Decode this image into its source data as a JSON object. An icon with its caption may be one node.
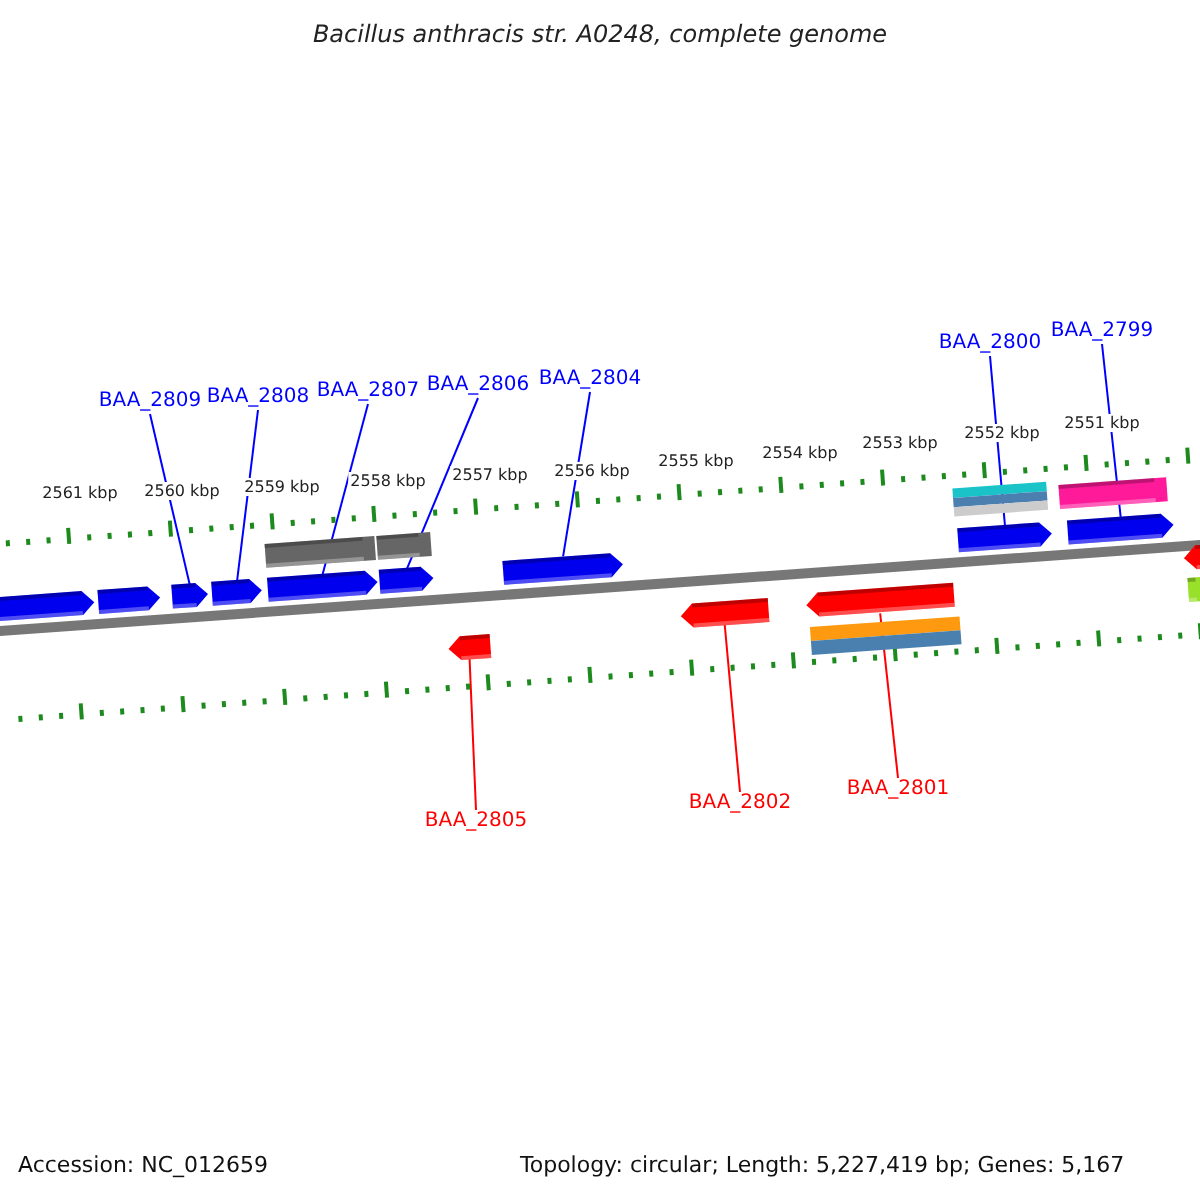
{
  "diagram": {
    "title": "Bacillus anthracis str. A0248, complete genome",
    "nodes": [
      {
        "text": [
          "BAA_2809"
        ]
      },
      {
        "text": [
          "BAA_2808"
        ]
      },
      {
        "text": [
          "BAA_2807"
        ]
      },
      {
        "text": [
          "BAA_2806"
        ]
      },
      {
        "text": [
          "BAA_2804"
        ]
      },
      {
        "text": [
          "BAA_2800"
        ]
      },
      {
        "text": [
          "BAA_2799"
        ]
      },
      {
        "text": [
          "BAA_2805"
        ]
      },
      {
        "text": [
          "BAA_2802"
        ]
      },
      {
        "text": [
          "BAA_2801"
        ]
      },
      {
        "text": [],
        "shape": "arrow"
      },
      {
        "text": [],
        "shape": "arrow"
      },
      {
        "text": [],
        "shape": "arrow"
      },
      {
        "text": [],
        "shape": "arrow"
      },
      {
        "text": [],
        "shape": "bar"
      },
      {
        "text": [],
        "shape": "arrow"
      },
      {
        "text": [],
        "shape": "bar"
      },
      {
        "text": [],
        "shape": "arrow"
      },
      {
        "text": [],
        "shape": "arrow"
      },
      {
        "text": [],
        "shape": "arrow"
      },
      {
        "text": [],
        "shape": "arrow"
      },
      {
        "text": [],
        "shape": "arrow"
      },
      {
        "text": [],
        "shape": "bar"
      },
      {
        "text": [],
        "shape": "bar"
      },
      {
        "text": [],
        "shape": "arrow"
      },
      {
        "text": [],
        "shape": "bar"
      },
      {
        "text": [],
        "shape": "arrow"
      },
      {
        "text": [],
        "shape": "arrow"
      },
      {
        "text": [],
        "shape": "bar"
      }
    ],
    "edges": [
      {
        "from": 0,
        "to": 12,
        "arrow": "none"
      },
      {
        "from": 1,
        "to": 13,
        "arrow": "none"
      },
      {
        "from": 2,
        "to": 15,
        "arrow": "none"
      },
      {
        "from": 3,
        "to": 17,
        "arrow": "none"
      },
      {
        "from": 4,
        "to": 19,
        "arrow": "none"
      },
      {
        "from": 5,
        "to": 24,
        "arrow": "none"
      },
      {
        "from": 6,
        "to": 26,
        "arrow": "none"
      },
      {
        "from": 7,
        "to": 18,
        "arrow": "none",
        "color": "#ff0000"
      },
      {
        "from": 8,
        "to": 20,
        "arrow": "none",
        "color": "#ff0000"
      },
      {
        "from": 9,
        "to": 21,
        "arrow": "none",
        "color": "#ff0000"
      }
    ],
    "labels": [
      "2561 kbp",
      "2560 kbp",
      "2559 kbp",
      "2558 kbp",
      "2557 kbp",
      "2556 kbp",
      "2555 kbp",
      "2554 kbp",
      "2553 kbp",
      "2552 kbp",
      "2551 kbp",
      "Accession: NC_012659",
      "Topology: circular; Length: 5,227,419 bp; Genes: 5,167"
    ]
  }
}
